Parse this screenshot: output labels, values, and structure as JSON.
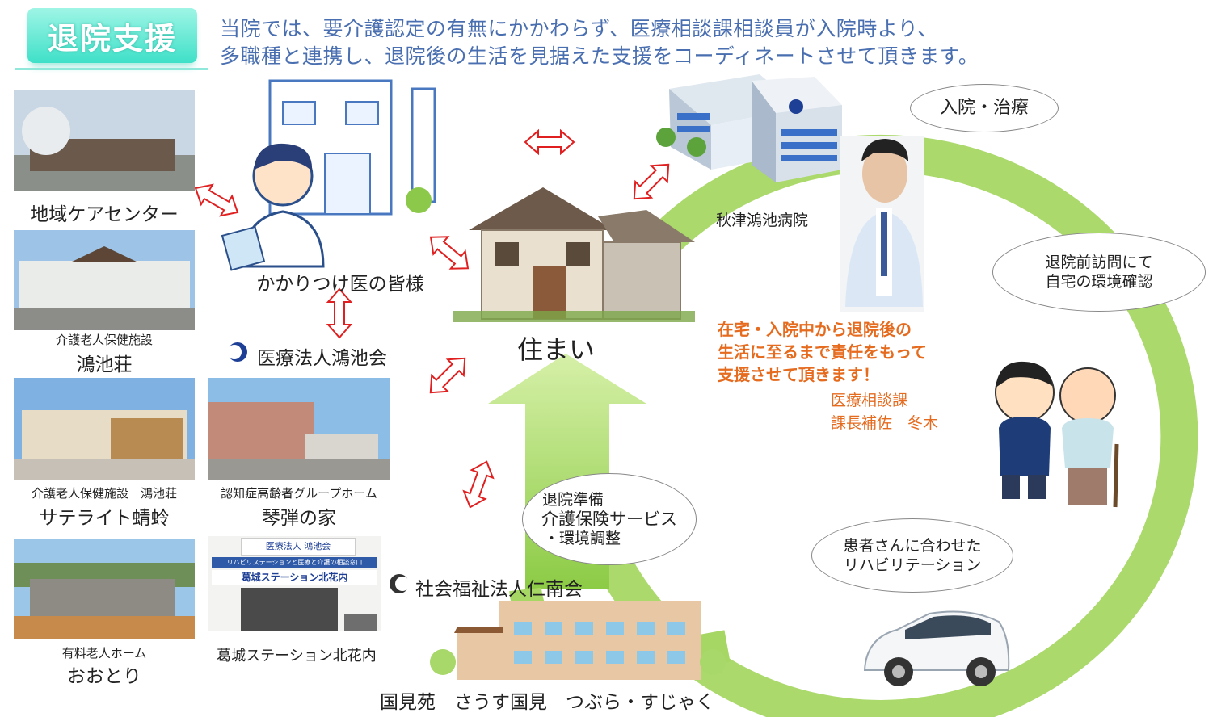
{
  "header": {
    "badge": "退院支援",
    "intro_line1": "当院では、要介護認定の有無にかかわらず、医療相談課相談員が入院時より、",
    "intro_line2": "多職種と連携し、退院後の生活を見据えた支援をコーディネートさせて頂きます。"
  },
  "facilities": {
    "community_care": "地域ケアセンター",
    "koichiso_sub": "介護老人保健施設",
    "koichiso_name": "鴻池荘",
    "satellite_sub": "介護老人保健施設　鴻池荘",
    "satellite_name": "サテライト蜻蛉",
    "kotohiki_sub": "認知症高齢者グループホーム",
    "kotohiki_name": "琴弾の家",
    "ootori_sub": "有料老人ホーム",
    "ootori_name": "おおとり",
    "katsuragi": "葛城ステーション北花内"
  },
  "signage": {
    "sign_top": "医療法人 鴻池会",
    "sign_mid": "リハビリステーションと医療と介護の相談窓口",
    "sign_main": "葛城ステーション北花内"
  },
  "center": {
    "doctor_label": "かかりつけ医の皆様",
    "corp_medical": "医療法人鴻池会",
    "home_label": "住まい",
    "corp_welfare": "社会福祉法人仁南会",
    "welfare_facilities": "国見苑　さうす国見　つぶら・すじゃく"
  },
  "hospital": {
    "name": "秋津鴻池病院",
    "message_line1": "在宅・入院中から退院後の",
    "message_line2": "生活に至るまで責任をもって",
    "message_line3": "支援させて頂きます！",
    "dept": "医療相談課",
    "person": "課長補佐　冬木"
  },
  "cycle": {
    "admission": "入院・治療",
    "visit_line1": "退院前訪問にて",
    "visit_line2": "自宅の環境確認",
    "rehab_line1": "患者さんに合わせた",
    "rehab_line2": "リハビリテーション",
    "prep_line1": "退院準備",
    "prep_line2": "介護保険サービス",
    "prep_line3": "・環境調整"
  },
  "colors": {
    "accent_teal": "#3fe0c8",
    "intro_blue": "#4a6fb0",
    "cycle_green": "#9ed35a",
    "arrow_red": "#e02020",
    "message_orange": "#e56b1f"
  }
}
